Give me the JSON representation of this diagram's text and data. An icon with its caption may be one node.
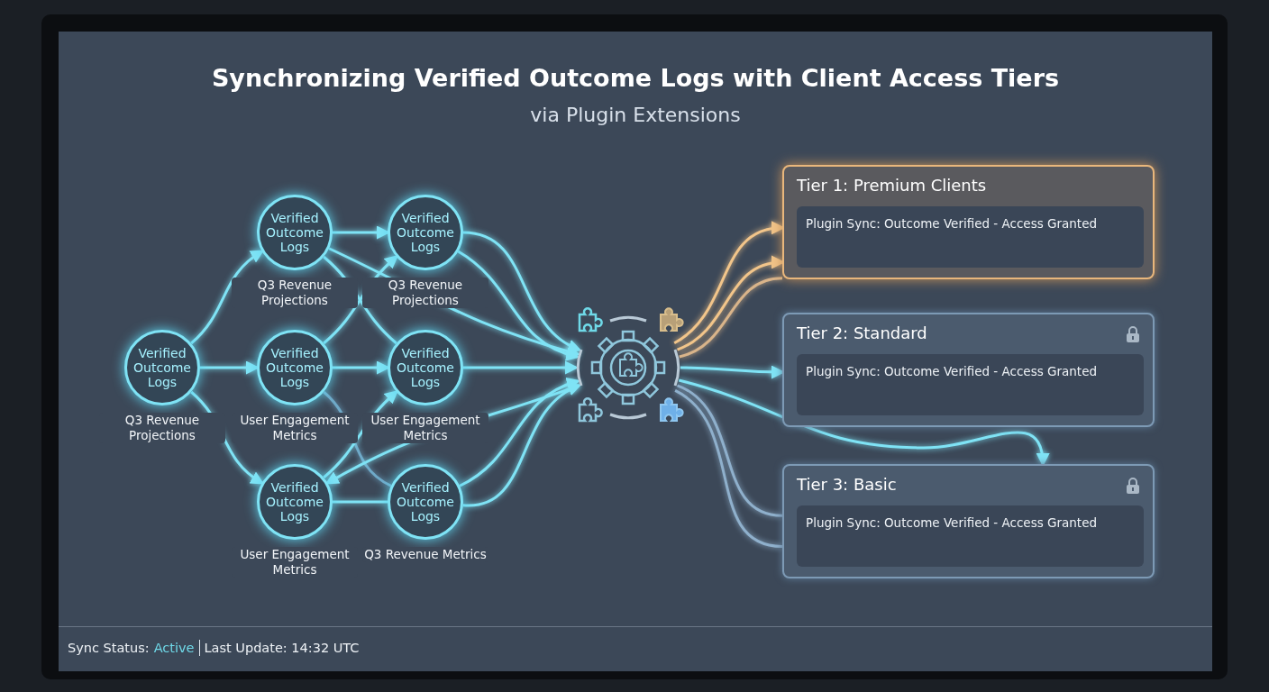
{
  "diagram": {
    "title": "Synchronizing Verified Outcome Logs with Client Access Tiers",
    "caption": "via Plugin Extensions",
    "nodes": [
      {
        "text": [
          "Verified Outcome Logs"
        ],
        "beside": [
          "Q3 Revenue Projections"
        ]
      },
      {
        "text": [
          "Verified Outcome Logs"
        ],
        "beside": [
          "Q3 Revenue Projections"
        ]
      },
      {
        "text": [
          "Verified Outcome Logs"
        ],
        "beside": [
          "User Engagement Metrics"
        ]
      },
      {
        "text": [
          "Verified Outcome Logs"
        ],
        "beside": [
          "User Engagement Metrics"
        ]
      },
      {
        "text": [
          "Verified Outcome Logs"
        ],
        "beside": [
          "Q3 Revenue Projections"
        ]
      },
      {
        "text": [
          "Verified Outcome Logs"
        ],
        "beside": [
          "User Engagement Metrics"
        ]
      },
      {
        "text": [
          "Verified Outcome Logs"
        ],
        "beside": [
          "Q3 Revenue Metrics"
        ]
      },
      {
        "text": [],
        "shape": "picture"
      },
      {
        "text": [
          "Tier 1: Premium Clients",
          "Plugin Sync: Outcome Verified - Access Granted"
        ]
      },
      {
        "text": [
          "Tier 2: Standard",
          "Plugin Sync: Outcome Verified - Access Granted"
        ]
      },
      {
        "text": [
          "Tier 3: Basic",
          "Plugin Sync: Outcome Verified - Access Granted"
        ]
      }
    ],
    "edges": [
      {
        "from": 0,
        "to": 1,
        "arrow": "to"
      },
      {
        "from": 0,
        "to": 2,
        "arrow": "to"
      },
      {
        "from": 0,
        "to": 3,
        "arrow": "to"
      },
      {
        "from": 1,
        "to": 4,
        "arrow": "to"
      },
      {
        "from": 1,
        "to": 5,
        "arrow": "none"
      },
      {
        "from": 1,
        "to": 7,
        "arrow": "to"
      },
      {
        "from": 2,
        "to": 4,
        "arrow": "to"
      },
      {
        "from": 2,
        "to": 5,
        "arrow": "to"
      },
      {
        "from": 2,
        "to": 6,
        "arrow": "none",
        "color": "#6fa9c8"
      },
      {
        "from": 3,
        "to": 5,
        "arrow": "to"
      },
      {
        "from": 3,
        "to": 6,
        "arrow": "none"
      },
      {
        "from": 7,
        "to": 3,
        "arrow": "to"
      },
      {
        "from": 4,
        "to": 7,
        "arrow": "to"
      },
      {
        "from": 4,
        "to": 7,
        "arrow": "to"
      },
      {
        "from": 5,
        "to": 7,
        "arrow": "to"
      },
      {
        "from": 6,
        "to": 7,
        "arrow": "to"
      },
      {
        "from": 6,
        "to": 7,
        "arrow": "to"
      },
      {
        "from": 7,
        "to": 8,
        "arrow": "to",
        "color": "#f2c58a"
      },
      {
        "from": 7,
        "to": 8,
        "arrow": "to",
        "color": "#f2c58a"
      },
      {
        "from": 7,
        "to": 8,
        "arrow": "none",
        "color": "#d9b48a"
      },
      {
        "from": 7,
        "to": 9,
        "arrow": "to"
      },
      {
        "from": 7,
        "to": 10,
        "arrow": "to"
      },
      {
        "from": 7,
        "to": 10,
        "arrow": "none",
        "color": "#8fb0cc"
      },
      {
        "from": 7,
        "to": 10,
        "arrow": "none",
        "color": "#8fb0cc"
      }
    ],
    "labels": [
      "Sync Status:",
      "Active",
      "Last Update: 14:32 UTC"
    ]
  }
}
